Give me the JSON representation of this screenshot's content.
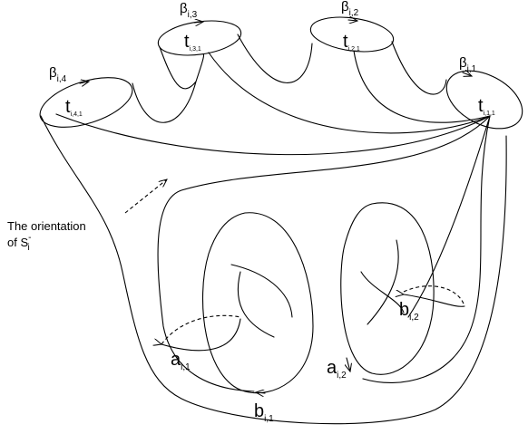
{
  "diagram": {
    "boundary_labels": {
      "beta_4": {
        "main": "β",
        "sub": "i,4"
      },
      "beta_3": {
        "main": "β",
        "sub": "i,3"
      },
      "beta_2": {
        "main": "β",
        "sub": "i,2"
      },
      "beta_1": {
        "main": "β",
        "sub": "i,1"
      }
    },
    "point_labels": {
      "t_4": {
        "main": "t",
        "sub": "i,4,1"
      },
      "t_3": {
        "main": "t",
        "sub": "i,3,1"
      },
      "t_2": {
        "main": "t",
        "sub": "i,2,1"
      },
      "t_1": {
        "main": "t",
        "sub": "i,1,1"
      }
    },
    "curve_labels": {
      "a_1": {
        "main": "a",
        "sub": "i,1"
      },
      "a_2": {
        "main": "a",
        "sub": "i,2"
      },
      "b_1": {
        "main": "b",
        "sub": "i,1"
      },
      "b_2": {
        "main": "b",
        "sub": "i,2"
      }
    },
    "orientation_note": {
      "line1": "The orientation",
      "line2_prefix": "of S",
      "line2_sup": "-",
      "line2_sub": "i"
    }
  }
}
